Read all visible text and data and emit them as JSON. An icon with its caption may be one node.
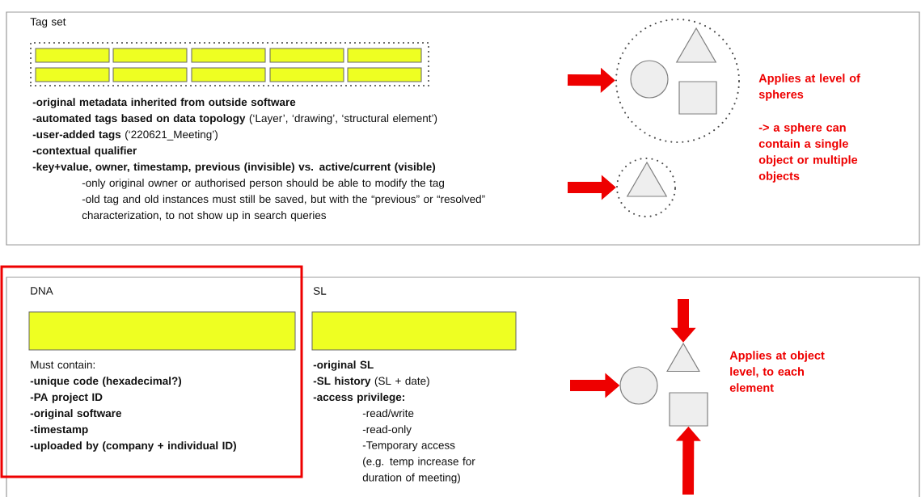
{
  "diagram": {
    "nodes": [
      {
        "text": [
          "-original metadata inherited from outside software",
          "**-automated tags based on data topology** (‘Layer’, ‘drawing’, ‘structural element’)",
          "**-user-added tags** (‘220621_Meeting’)",
          "-contextual qualifier",
          "-key+value, owner, timestamp, previous (invisible) vs. active/current (visible)",
          "-only original owner or authorised person should be able to modify the tag",
          "-old tag and old instances must still be saved, but with the “previous” or “resolved” characterization, to not show up in search queries"
        ]
      },
      {
        "text": [
          "Tag set"
        ],
        "in": 0
      },
      {
        "text": [],
        "shape": "bar",
        "in": 1
      },
      {
        "text": [],
        "shape": "bar",
        "in": 1
      },
      {
        "text": [],
        "shape": "bar",
        "in": 1
      },
      {
        "text": [],
        "shape": "bar",
        "in": 1
      },
      {
        "text": [],
        "shape": "bar",
        "in": 1
      },
      {
        "text": [],
        "shape": "bar",
        "in": 1
      },
      {
        "text": [],
        "shape": "bar",
        "in": 1
      },
      {
        "text": [],
        "shape": "bar",
        "in": 1
      },
      {
        "text": [],
        "shape": "bar",
        "in": 1
      },
      {
        "text": [],
        "shape": "bar",
        "in": 1
      },
      {
        "text": [],
        "shape": "circle",
        "in": 0
      },
      {
        "text": [],
        "shape": "circle",
        "in": 12
      },
      {
        "text": [],
        "shape": "triangle",
        "in": 12
      },
      {
        "text": [],
        "shape": "box",
        "in": 12
      },
      {
        "text": [],
        "shape": "circle",
        "in": 0
      },
      {
        "text": [],
        "shape": "triangle",
        "in": 16
      },
      {
        "text": [],
        "shape": "box"
      },
      {
        "text": [
          "DNA",
          "Must contain:",
          "-unique code (hexadecimal?)",
          "-PA project ID",
          "-original software",
          "-timestamp",
          "-uploaded by (company + individual ID)"
        ]
      },
      {
        "text": [],
        "shape": "bar",
        "in": 19
      },
      {
        "text": [
          "SL"
        ],
        "in": 18,
        "beside": [
          "-original SL",
          "**-SL history** (SL + date)",
          "-access privilege:",
          "-read/write",
          "-read-only",
          "-Temporary access (e.g. temp increase for duration of meeting)"
        ]
      },
      {
        "text": [],
        "shape": "circle",
        "in": 18
      },
      {
        "text": [],
        "shape": "triangle",
        "in": 18
      },
      {
        "text": [],
        "shape": "box",
        "in": 18
      }
    ],
    "edges": [
      {
        "from": null,
        "to": 12,
        "arrow": "to"
      },
      {
        "from": null,
        "to": 16,
        "arrow": "to"
      },
      {
        "from": null,
        "to": 22,
        "arrow": "to"
      },
      {
        "from": null,
        "to": 23,
        "arrow": "to"
      },
      {
        "from": null,
        "to": 24,
        "arrow": "to"
      }
    ],
    "labels": [
      "Applies at level of spheres",
      "-> a sphere can contain a single object or multiple objects",
      "Applies at object level, to each element"
    ]
  }
}
